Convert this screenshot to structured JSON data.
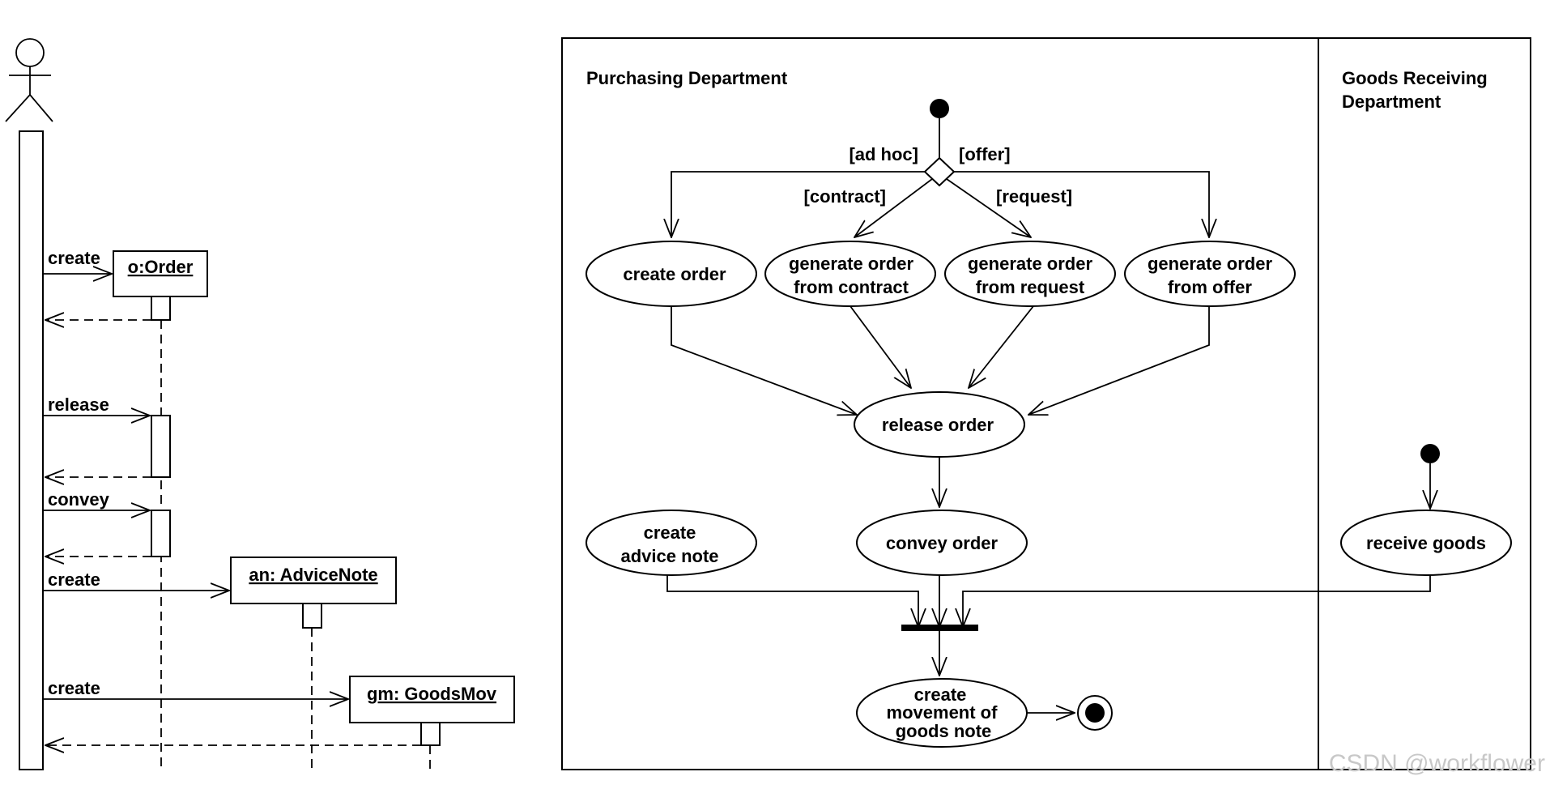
{
  "sequence": {
    "objects": {
      "order": "o:Order",
      "advice_note": "an: AdviceNote",
      "goods_mov": "gm: GoodsMov"
    },
    "messages": [
      "create",
      "release",
      "convey",
      "create",
      "create"
    ]
  },
  "activity": {
    "swimlanes": {
      "purchasing": "Purchasing Department",
      "goods_receiving_1": "Goods Receiving",
      "goods_receiving_2": "Department"
    },
    "guards": {
      "ad_hoc": "[ad hoc]",
      "offer": "[offer]",
      "contract": "[contract]",
      "request": "[request]"
    },
    "activities": {
      "create_order": "create order",
      "gen_contract_1": "generate order",
      "gen_contract_2": "from contract",
      "gen_request_1": "generate order",
      "gen_request_2": "from request",
      "gen_offer_1": "generate order",
      "gen_offer_2": "from offer",
      "release_order": "release order",
      "advice_1": "create",
      "advice_2": "advice note",
      "convey_order": "convey order",
      "receive_goods": "receive goods",
      "movement_1": "create",
      "movement_2": "movement of",
      "movement_3": "goods note"
    }
  },
  "watermark": "CSDN @workflower"
}
